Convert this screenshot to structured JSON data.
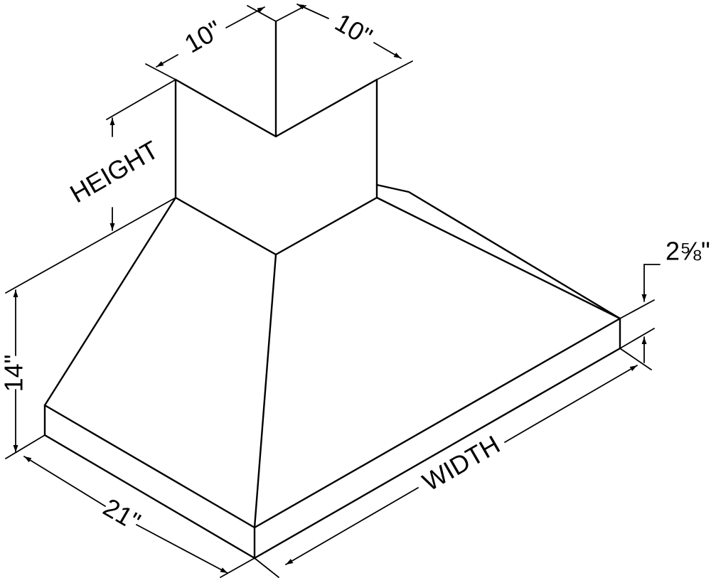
{
  "labels": {
    "duct_width_left": "10\"",
    "duct_width_right": "10\"",
    "duct_height": "HEIGHT",
    "hood_height": "14\"",
    "hood_depth": "21\"",
    "hood_width": "WIDTH",
    "lip_thickness": "2⅝\""
  }
}
